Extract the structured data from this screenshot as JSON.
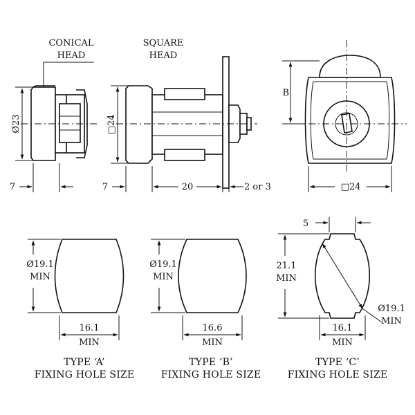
{
  "labels": {
    "conical_head_line1": "CONICAL",
    "conical_head_line2": "HEAD",
    "square_head_line1": "SQUARE",
    "square_head_line2": "HEAD"
  },
  "dimensions": {
    "conical_diameter": "Ø23",
    "square_side": "□24",
    "head_thickness_conical": "7",
    "head_thickness_square": "7",
    "body_length": "20",
    "panel_thickness": "2 or 3",
    "front_width": "□24",
    "front_height": "B",
    "hole_c_flat": "5"
  },
  "fixing_holes": [
    {
      "type_caption": "TYPE ‘A’",
      "size_caption": "FIXING HOLE SIZE",
      "height_value": "Ø19.1",
      "height_min": "MIN",
      "width_value": "16.1",
      "width_min": "MIN"
    },
    {
      "type_caption": "TYPE ‘B’",
      "size_caption": "FIXING HOLE SIZE",
      "height_value": "Ø19.1",
      "height_min": "MIN",
      "width_value": "16.6",
      "width_min": "MIN"
    },
    {
      "type_caption": "TYPE ‘C’",
      "size_caption": "FIXING HOLE SIZE",
      "height_value": "21.1",
      "height_min": "MIN",
      "diag_value": "Ø19.1",
      "diag_min": "MIN",
      "width_value": "16.1",
      "width_min": "MIN"
    }
  ]
}
